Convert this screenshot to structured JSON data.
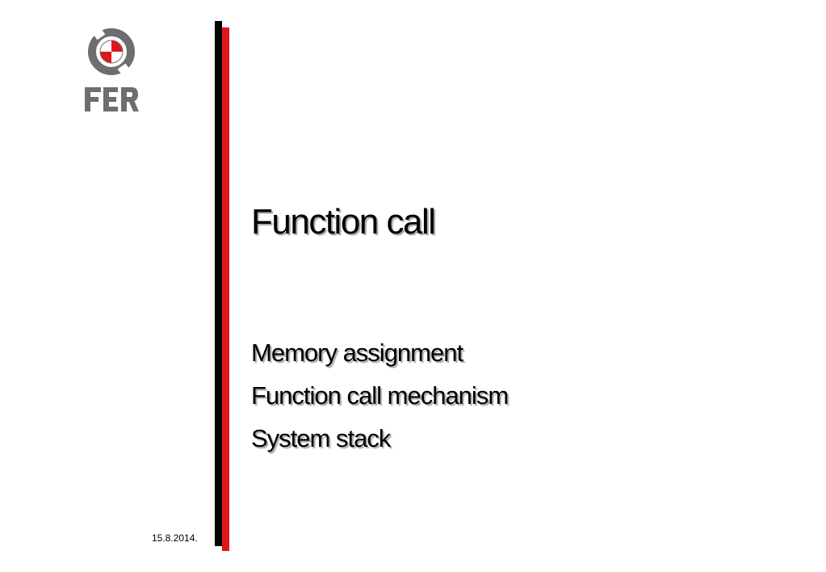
{
  "slide": {
    "title": "Function call",
    "bullets": [
      "Memory assignment",
      "Function call mechanism",
      "System stack"
    ],
    "date": "15.8.2014."
  },
  "logo": {
    "name": "fer-logo-icon",
    "text": "FER"
  },
  "colors": {
    "accent_red": "#e0161b",
    "bar_black": "#000000",
    "logo_gray": "#6e6e6e",
    "text": "#000000"
  }
}
